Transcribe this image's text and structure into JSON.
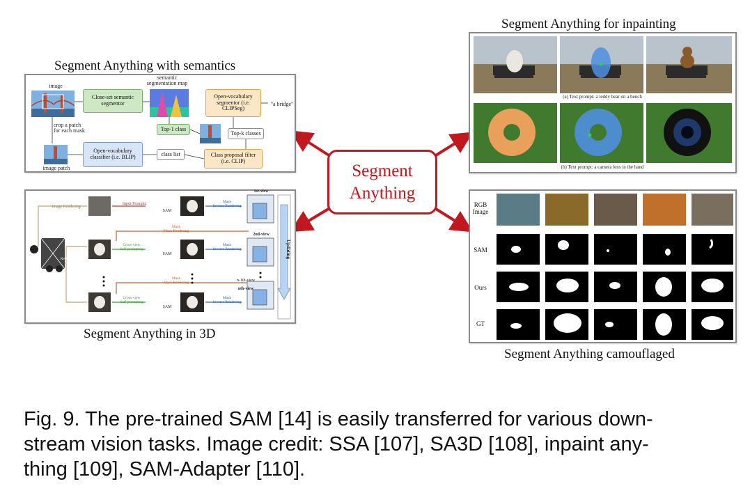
{
  "figure": {
    "center_label_line1": "Segment",
    "center_label_line2": "Anything",
    "accent_color": "#c0181e"
  },
  "panels": {
    "semantics": {
      "title": "Segment Anything with semantics",
      "labels": {
        "image": "image",
        "crop": "crop a patch",
        "crop2": "for each mask",
        "image_patch": "image patch",
        "semantic_map": "semantic",
        "semantic_map2": "segmentation map",
        "close_set": "Close-set semantic segmentor",
        "top1": "Top-1 class",
        "class_list": "class list",
        "open_vocab_classifier": "Open-vocabulary classifier (i.e. BLIP)",
        "open_vocab_segmentor": "Open-vocabulary segmentor (i.e. CLIPSeg)",
        "topk": "Top-k classes",
        "class_proposal": "Class proposal filter (i.e. CLIP)",
        "bridge": "\"a bridge\""
      }
    },
    "threed": {
      "title": "Segment Anything in 3D",
      "labels": {
        "image_rendering": "Image Rendering",
        "input_prompts": "Input Prompts",
        "sam": "SAM",
        "mask": "Mask",
        "inverse_rendering": "Inverse Rendering",
        "mask_rendering": "Mask Rendering",
        "cross_view": "Cross-view",
        "self_prompting": "Self-prompting",
        "nerf": "NeRF",
        "view1": "1st-view",
        "view2": "2nd-view",
        "viewn1": "n-1th-view",
        "viewn": "nth-view",
        "updating": "Updating"
      }
    },
    "inpainting": {
      "title": "Segment Anything for inpainting",
      "caption_a": "(a) Text prompt: a teddy bear on a bench",
      "caption_b": "(b) Text prompt: a camera lens in the hand"
    },
    "camouflaged": {
      "title": "Segment Anything camouflaged",
      "row_labels": [
        "RGB Image",
        "SAM",
        "Ours",
        "GT"
      ]
    }
  },
  "caption": {
    "text": "Fig. 9. The pre-trained SAM [14] is easily transferred for various down- stream vision tasks. Image credit: SSA [107], SA3D [108], inpaint any- thing [109], SAM-Adapter [110].",
    "line1": "Fig. 9. The pre-trained SAM [14] is easily transferred for various down-",
    "line2": "stream vision tasks. Image credit: SSA [107], SA3D [108], inpaint any-",
    "line3": "thing [109], SAM-Adapter [110]."
  }
}
